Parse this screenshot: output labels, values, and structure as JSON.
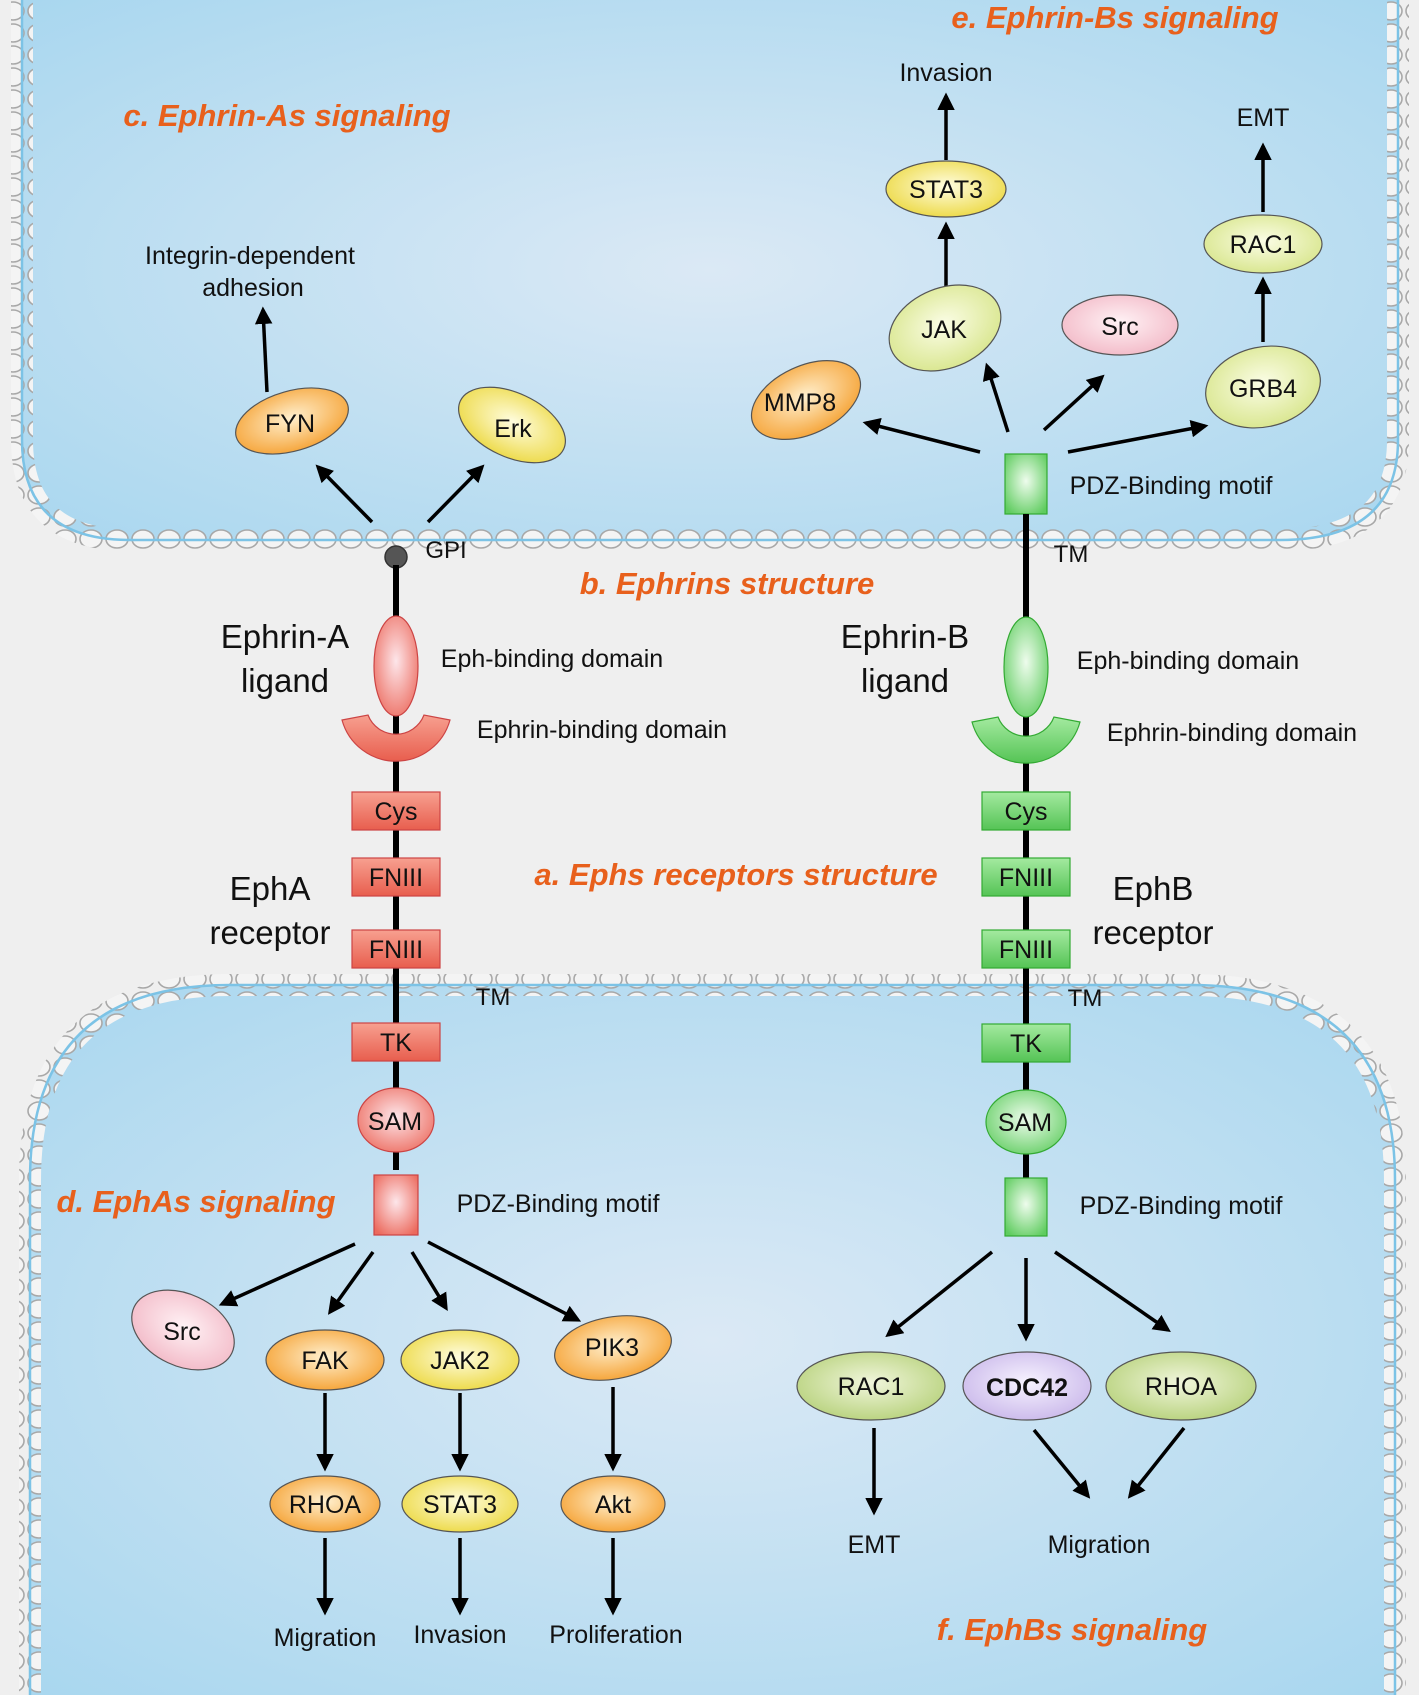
{
  "sections": {
    "ephrin_bs_signaling": "e. Ephrin-Bs signaling",
    "ephrin_as_signaling": "c. Ephrin-As signaling",
    "ephrins_structure": "b. Ephrins structure",
    "ephs_receptors_structure": "a. Ephs receptors structure",
    "ephas_signaling": "d. EphAs signaling",
    "ephbs_signaling": "f. EphBs signaling"
  },
  "ephrin_a": {
    "outcome_line1": "Integrin-dependent",
    "outcome_line2": "adhesion",
    "fyn": "FYN",
    "erk": "Erk",
    "gpi": "GPI",
    "ligand_line1": "Ephrin-A",
    "ligand_line2": "ligand",
    "eph_binding_domain": "Eph-binding domain"
  },
  "epha_receptor": {
    "ephrin_binding_domain": "Ephrin-binding domain",
    "cys": "Cys",
    "fniii_1": "FNIII",
    "fniii_2": "FNIII",
    "name_line1": "EphA",
    "name_line2": "receptor",
    "tm": "TM",
    "tk": "TK",
    "sam": "SAM",
    "pdz": "PDZ-Binding motif"
  },
  "epha_signaling": {
    "src": "Src",
    "fak": "FAK",
    "jak2": "JAK2",
    "pik3": "PIK3",
    "rhoa": "RHOA",
    "stat3": "STAT3",
    "akt": "Akt",
    "migration": "Migration",
    "invasion": "Invasion",
    "proliferation": "Proliferation"
  },
  "ephrin_b": {
    "invasion": "Invasion",
    "stat3": "STAT3",
    "jak": "JAK",
    "src": "Src",
    "mmp8": "MMP8",
    "emt": "EMT",
    "rac1": "RAC1",
    "grb4": "GRB4",
    "pdz": "PDZ-Binding motif",
    "tm": "TM",
    "ligand_line1": "Ephrin-B",
    "ligand_line2": "ligand",
    "eph_binding_domain": "Eph-binding domain"
  },
  "ephb_receptor": {
    "ephrin_binding_domain": "Ephrin-binding domain",
    "cys": "Cys",
    "fniii_1": "FNIII",
    "fniii_2": "FNIII",
    "name_line1": "EphB",
    "name_line2": "receptor",
    "tm": "TM",
    "tk": "TK",
    "sam": "SAM",
    "pdz": "PDZ-Binding motif"
  },
  "ephb_signaling": {
    "rac1": "RAC1",
    "cdc42": "CDC42",
    "rhoa": "RHOA",
    "emt": "EMT",
    "migration": "Migration"
  },
  "colors": {
    "section_text": "#e8601c",
    "epha_red": "#ee6a5a",
    "ephb_green": "#6fd46f",
    "cell_blue": "#c6e1f1",
    "gap_gray": "#efefef"
  }
}
